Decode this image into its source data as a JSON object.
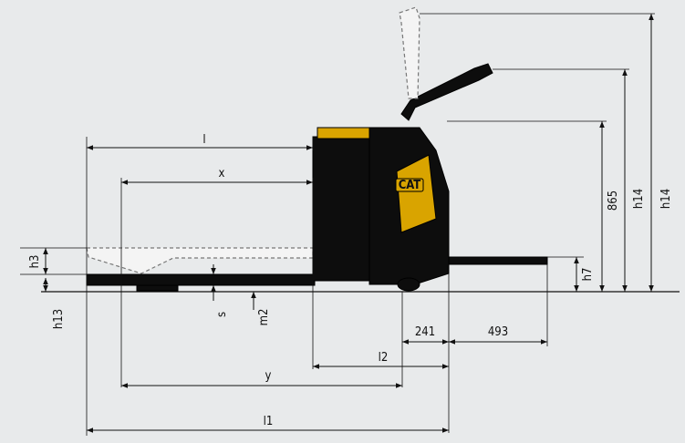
{
  "diagram": {
    "brand_logo": "CAT",
    "colors": {
      "background": "#e8eaeb",
      "truck_body": "#0d0d0d",
      "accent_panel": "#d9a400",
      "ghost_outline": "#777777"
    },
    "labels": {
      "l": "l",
      "x": "x",
      "y": "y",
      "l1": "l1",
      "l2": "l2",
      "d241": "241",
      "d493": "493",
      "h3": "h3",
      "h13": "h13",
      "s": "s",
      "m2": "m2",
      "h7": "h7",
      "d865": "865",
      "h14a": "h14",
      "h14b": "h14"
    }
  }
}
